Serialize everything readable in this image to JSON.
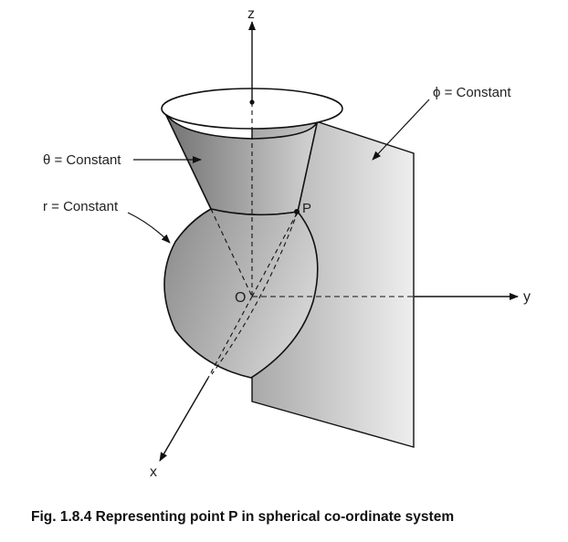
{
  "diagram": {
    "axes": {
      "z": "z",
      "y": "y",
      "x": "x"
    },
    "origin_label": "O",
    "point_label": "P",
    "labels": {
      "theta_constant": "θ = Constant",
      "phi_constant": "ϕ = Constant",
      "r_constant": "r = Constant"
    },
    "caption": "Fig. 1.8.4 Representing point P in spherical co-ordinate system",
    "colors": {
      "stroke": "#111111",
      "plane_light": "#e6e6e6",
      "plane_dark": "#a9a9a9",
      "cone_light": "#cfcfcf",
      "cone_dark": "#7a7a7a",
      "sphere_light": "#d0d0d0",
      "sphere_dark": "#7c7c7c"
    }
  }
}
